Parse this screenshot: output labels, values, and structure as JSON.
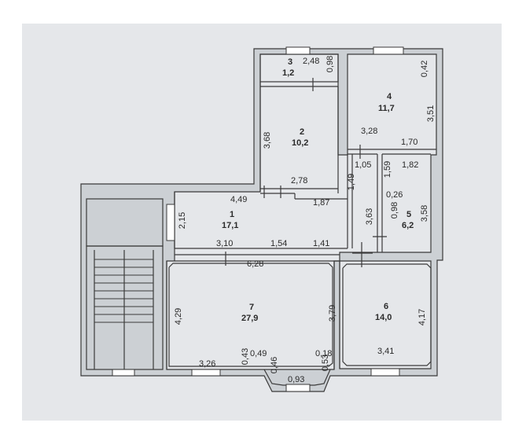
{
  "colors": {
    "paper": "#e5e7ea",
    "wall_fill": "#ccd0d4",
    "line": "#3a3a3a",
    "window": "#8a8d90"
  },
  "rooms": [
    {
      "number": "1",
      "area": "17,1"
    },
    {
      "number": "2",
      "area": "10,2"
    },
    {
      "number": "3",
      "area": "1,2"
    },
    {
      "number": "4",
      "area": "11,7"
    },
    {
      "number": "5",
      "area": "6,2"
    },
    {
      "number": "6",
      "area": "14,0"
    },
    {
      "number": "7",
      "area": "27,9"
    }
  ],
  "dimensions": {
    "r3_width": "2,48",
    "r3_depth": "0,98",
    "r4_side": "0,42",
    "r4_height": "3,51",
    "r4_width": "3,28",
    "r4_bottom": "1,70",
    "r2_height": "3,68",
    "r2_width": "2,78",
    "corr_a": "1,05",
    "corr_b": "1,49",
    "corr_c": "3,63",
    "r5_top": "1,82",
    "r5_a": "1,59",
    "r5_b": "0,26",
    "r5_c": "0,98",
    "r5_height": "3,58",
    "r1_top": "4,49",
    "r1_mid": "1,87",
    "r1_height": "2,15",
    "r1_b1": "3,10",
    "r1_b2": "1,54",
    "r1_b3": "1,41",
    "r7_width": "6,28",
    "r7_left": "4,29",
    "r7_right": "3,79",
    "r7_bl": "3,26",
    "r7_b2": "0,43",
    "r7_b3": "0,49",
    "r7_b4": "0,18",
    "bay_l": "0,46",
    "bay_r": "0,53",
    "bay_w": "0,93",
    "r6_height": "4,17",
    "r6_width": "3,41"
  }
}
